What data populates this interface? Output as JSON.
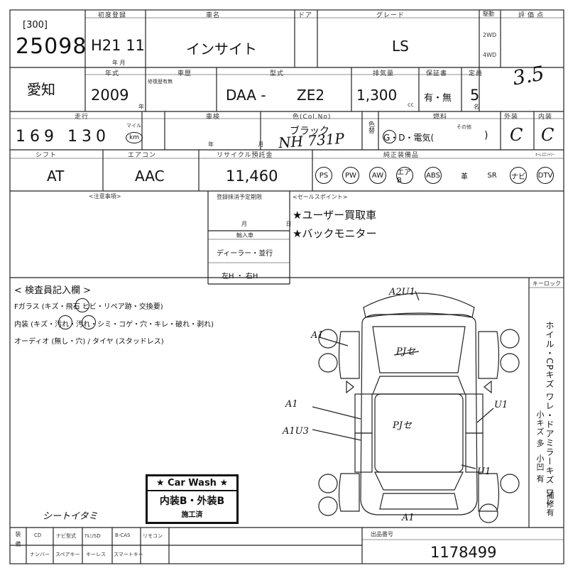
{
  "title": "オークション出品票",
  "header": {
    "lot_prefix": "[300]",
    "lot_number": "25098",
    "year_label": "初度登録",
    "registration": "H21 11",
    "date_units": "年  月",
    "make_label": "車名",
    "car_name": "インサイト",
    "door_label": "ドア",
    "grade_label": "グレード",
    "grade": "LS",
    "drive_label": "駆動",
    "drive_2wd": "2WD",
    "drive_4wd": "4WD",
    "score_label": "評価点",
    "score": "3.5"
  },
  "row2": {
    "prefecture": "愛知",
    "model_year_label": "年式",
    "model_year": "2009",
    "model_year_unit": "年",
    "history_label": "車歴",
    "history_sub": "修復歴有無",
    "type_label": "型式",
    "model_prefix": "DAA -",
    "model_code": "ZE2",
    "displacement_label": "排気量",
    "displacement": "1,300",
    "displacement_unit": "cc",
    "warranty_label": "保証書",
    "warranty": "有・無",
    "capacity_label": "定員",
    "capacity": "5",
    "capacity_unit": "名"
  },
  "row3": {
    "mileage_label": "走行",
    "mileage": "169 130",
    "mileage_unit_top": "マイル",
    "mileage_unit": "km",
    "inspection_label": "車検",
    "inspection_units": "年  月",
    "color_label": "色(Col.No)",
    "color_name": "ブラック",
    "color_code": "NH 731P",
    "color_change": "色替",
    "fuel_label": "燃料",
    "fuel_options": "G・D・電気(",
    "fuel_other": "その他",
    "fuel_close": ")",
    "exterior_label": "外装",
    "exterior": "C",
    "interior_label": "内装",
    "interior": "C"
  },
  "row4": {
    "shift_label": "シフト",
    "shift": "AT",
    "ac_label": "エアコン",
    "ac": "AAC",
    "recycle_label": "リサイクル預託金",
    "recycle": "11,460",
    "equipment_label": "純正装備品",
    "equipment": [
      {
        "label": "PS",
        "circled": true
      },
      {
        "label": "PW",
        "circled": true
      },
      {
        "label": "AW",
        "circled": true
      },
      {
        "label": "エアB",
        "circled": true
      },
      {
        "label": "ABS",
        "circled": true
      },
      {
        "label": "革",
        "circled": false
      },
      {
        "label": "SR",
        "circled": false
      },
      {
        "label": "ナビ",
        "circled": true
      },
      {
        "label": "DTV",
        "circled": true
      }
    ],
    "keyless_label": "ｷｰﾚｽｴﾝﾄﾘｰ"
  },
  "notes": {
    "caution_label": "<注意事項>",
    "reg_label": "登録抹消予定期限",
    "reg_units": "月  日",
    "import_label": "輸入車",
    "import_dealer": "ディーラー・並行",
    "import_handle": "左H ・ 右H",
    "sales_label": "<セールスポイント>",
    "sales_points": [
      "★ユーザー買取車",
      "★バックモニター"
    ]
  },
  "inspector": {
    "title": "< 検査員記入欄 >",
    "lines": [
      "Fガラス (キズ・飛石 ヒビ・リペア跡・交換要)",
      "内装 (キズ・汚れ・汚れ・シミ・コゲ・穴・キレ・破れ・剥れ)",
      "オーディオ (無し・穴) / タイヤ (スタッドレス)"
    ],
    "key_label": "キーロック",
    "right_side": "ホイル・CPキズ ワレ・ドアミラーキズ ワレ",
    "right_small": "小キズ 多",
    "right_small2": "小凹 有",
    "repair": "補修有",
    "car_wash_title": "Car Wash",
    "car_wash_grade": "内装B・外装B",
    "car_wash_done": "施工済",
    "handnote": "シートイタミ",
    "marks": [
      "A2U1",
      "A1",
      "PJセ",
      "A1",
      "U1",
      "A1U3",
      "PJセ",
      "U1",
      "A1"
    ]
  },
  "footer": {
    "cells_row1": [
      "CD",
      "ナビ型式",
      "ｱﾙﾐ/SD",
      "B-CAS",
      "リモコン"
    ],
    "cells_row2": [
      "ナンバー",
      "スペアキー",
      "キーレス",
      "スマートキー"
    ],
    "side_label": "装備",
    "serial_label": "出品番号",
    "serial": "1178499"
  }
}
